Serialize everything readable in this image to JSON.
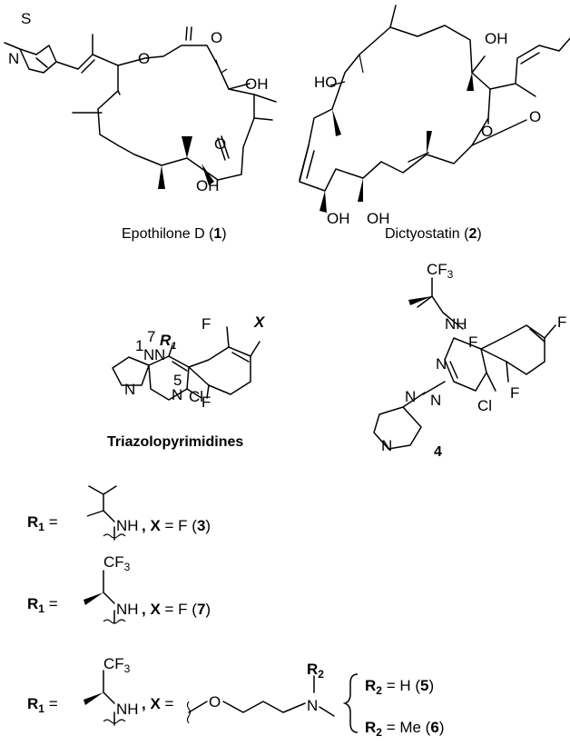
{
  "molecules": {
    "epothilone": {
      "caption_name": "Epothilone D (",
      "caption_num": "1",
      "caption_end": ")"
    },
    "dictyostatin": {
      "caption_name": "Dictyostatin (",
      "caption_num": "2",
      "caption_end": ")"
    },
    "triazolo": {
      "caption": "Triazolopyrimidines"
    },
    "compound4": {
      "caption": "4"
    }
  },
  "atom_labels": {
    "S": "S",
    "N": "N",
    "O": "O",
    "OH": "OH",
    "HO": "HO",
    "F": "F",
    "Cl": "Cl",
    "NH": "NH",
    "CF3": "CF",
    "three": "3",
    "X": "X",
    "R1": "R",
    "one_sub": "1",
    "ring_num_1": "1",
    "ring_num_7": "7",
    "ring_num_5": "5"
  },
  "substituents": {
    "row1": {
      "r_label": "R",
      "r_sub": "1",
      "eq": " =",
      "x_part": ", X",
      "x_val": " = F (",
      "num": "3",
      "end": ")"
    },
    "row2": {
      "r_label": "R",
      "r_sub": "1",
      "eq": " =",
      "x_part": ", X",
      "x_val": " = F (",
      "num": "7",
      "end": ")"
    },
    "row3": {
      "r_label": "R",
      "r_sub": "1",
      "eq": " =",
      "x_part": ", X",
      "x_eq": " =",
      "r2": "R",
      "r2_sub": "2"
    },
    "r2_options": [
      {
        "label": "R",
        "sub": "2",
        "val": " = H (",
        "num": "5",
        "end": ")"
      },
      {
        "label": "R",
        "sub": "2",
        "val": " = Me (",
        "num": "6",
        "end": ")"
      }
    ]
  }
}
